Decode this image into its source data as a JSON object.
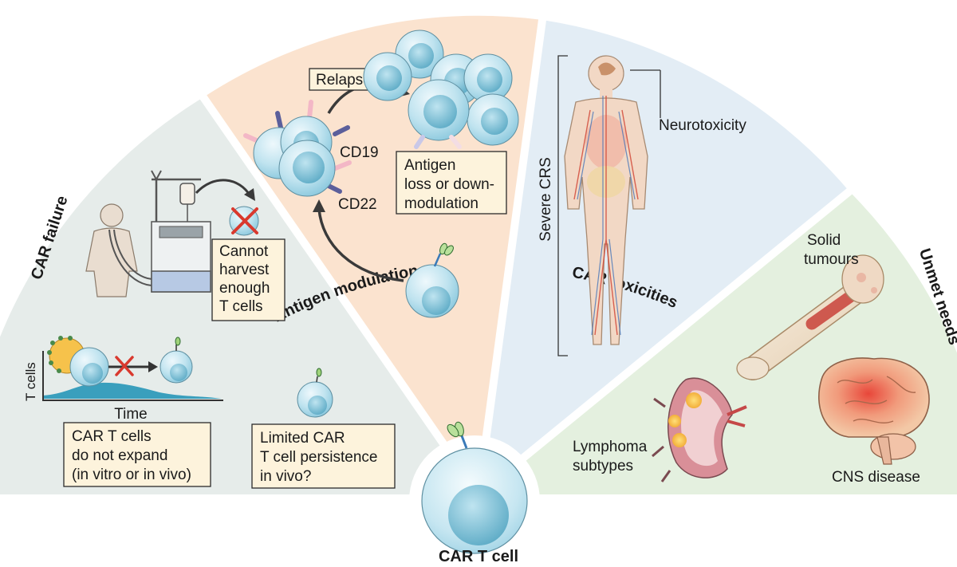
{
  "sections": {
    "car_failure": {
      "title": "CAR failure",
      "harvest_note": [
        "Cannot",
        "harvest",
        "enough",
        "T cells"
      ],
      "expansion_note": [
        "CAR T cells",
        "do not expand",
        "(in vitro or in vivo)"
      ],
      "persistence_note": [
        "Limited CAR",
        "T cell persistence",
        "in vivo?"
      ],
      "graph": {
        "y_label": "T cells",
        "x_label": "Time"
      }
    },
    "antigen_modulation": {
      "title": "Antigen modulation",
      "relapse_label": "Relapse",
      "antigen_labels": [
        "CD19",
        "CD22"
      ],
      "loss_note": [
        "Antigen",
        "loss or down-",
        "modulation"
      ]
    },
    "car_toxicities": {
      "title": "CAR toxicities",
      "labels": {
        "neurotoxicity": "Neurotoxicity",
        "severe_crs": "Severe CRS"
      }
    },
    "unmet_needs": {
      "title": "Unmet needs",
      "labels": {
        "solid_tumours": [
          "Solid",
          "tumours"
        ],
        "lymphoma": [
          "Lymphoma",
          "subtypes"
        ],
        "cns": "CNS disease"
      }
    }
  },
  "center_label": "CAR T cell",
  "colors": {
    "car_failure_bg": "#e6ecea",
    "antigen_bg": "#fbe3cf",
    "toxicity_bg": "#e3edf5",
    "unmet_bg": "#e4f0df",
    "note_box": "#fdf3dc",
    "cell_fill": "#a6d8e7",
    "cell_nucleus": "#6fb7cc",
    "red_cross": "#d9392e"
  }
}
